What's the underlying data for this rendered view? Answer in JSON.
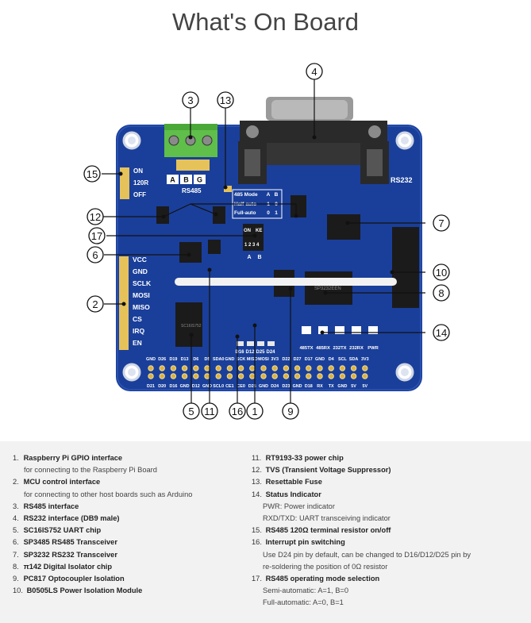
{
  "title": "What's On Board",
  "board": {
    "colors": {
      "pcb": "#1a3f9a",
      "pcb_dark": "#123078",
      "terminal": "#5fbf4a",
      "db9": "#2a2a2a",
      "chip": "#1b1b1b",
      "gold": "#e6c25a",
      "silk": "#ffffff"
    },
    "silk_top_right": "RS232",
    "terminal_labels": [
      "A",
      "B",
      "G"
    ],
    "terminal_caption": "RS485",
    "switch_labels": [
      "ON",
      "120R",
      "OFF"
    ],
    "header_pin_labels": [
      "VCC",
      "GND",
      "SCLK",
      "MOSI",
      "MISO",
      "CS",
      "IRQ",
      "EN"
    ],
    "mode_table": {
      "title": "485 Mode",
      "cols": [
        "A",
        "B"
      ],
      "rows": [
        {
          "label": "Half-auto",
          "a": "1",
          "b": "0"
        },
        {
          "label": "Full-auto",
          "a": "0",
          "b": "1"
        }
      ]
    },
    "dip_labels": {
      "on": "ON",
      "ke": "KE",
      "nums": "1 2 3 4",
      "ab": [
        "A",
        "B"
      ]
    },
    "led_labels": [
      "485TX",
      "485RX",
      "232TX",
      "232RX",
      "PWR"
    ],
    "irq_labels": [
      "D16",
      "D12",
      "D25",
      "D24"
    ],
    "gpio_top": [
      "GND",
      "D26",
      "D19",
      "D13",
      "D6",
      "D5",
      "SDA0",
      "GND",
      "SCK",
      "MISO",
      "MOSI",
      "3V3",
      "D22",
      "D27",
      "D17",
      "GND",
      "D4",
      "SCL",
      "SDA",
      "3V3"
    ],
    "gpio_bottom": [
      "D21",
      "D20",
      "D16",
      "GND",
      "D12",
      "GND",
      "SCL0",
      "CE1",
      "CE0",
      "D25",
      "GND",
      "D24",
      "D23",
      "GND",
      "D18",
      "RX",
      "TX",
      "GND",
      "5V",
      "5V"
    ],
    "chip_labels": {
      "uart": "SC16IS752",
      "transceiver": "SP3232EEN"
    }
  },
  "callouts": [
    "1",
    "2",
    "3",
    "4",
    "5",
    "6",
    "7",
    "8",
    "9",
    "10",
    "11",
    "12",
    "13",
    "14",
    "15",
    "16",
    "17"
  ],
  "legend": {
    "left": [
      {
        "num": "1.",
        "title": "Raspberry Pi GPIO interface",
        "sub": [
          "for connecting to the Raspberry Pi Board"
        ]
      },
      {
        "num": "2.",
        "title": "MCU control interface",
        "sub": [
          "for connecting to other host boards such as Arduino"
        ]
      },
      {
        "num": "3.",
        "title": "RS485 interface",
        "sub": []
      },
      {
        "num": "4.",
        "title": "RS232 interface (DB9 male)",
        "sub": []
      },
      {
        "num": "5.",
        "title": "SC16IS752 UART chip",
        "sub": []
      },
      {
        "num": "6.",
        "title": "SP3485 RS485 Transceiver",
        "sub": []
      },
      {
        "num": "7.",
        "title": "SP3232 RS232 Transceiver",
        "sub": []
      },
      {
        "num": "8.",
        "title": "π142 Digital Isolator chip",
        "sub": []
      },
      {
        "num": "9.",
        "title": "PC817 Optocoupler Isolation",
        "sub": []
      },
      {
        "num": "10.",
        "title": "B0505LS Power Isolation Module",
        "sub": []
      }
    ],
    "right": [
      {
        "num": "11.",
        "title": "RT9193-33 power chip",
        "sub": []
      },
      {
        "num": "12.",
        "title": "TVS (Transient Voltage Suppressor)",
        "sub": []
      },
      {
        "num": "13.",
        "title": "Resettable Fuse",
        "sub": []
      },
      {
        "num": "14.",
        "title": "Status Indicator",
        "sub": [
          "PWR: Power indicator",
          "RXD/TXD: UART transceiving indicator"
        ]
      },
      {
        "num": "15.",
        "title": "RS485 120Ω terminal resistor on/off",
        "sub": []
      },
      {
        "num": "16.",
        "title": "Interrupt pin switching",
        "sub": [
          "Use D24 pin by default, can be changed to D16/D12/D25 pin by",
          "re-soldering the position of 0Ω resistor"
        ]
      },
      {
        "num": "17.",
        "title": "RS485 operating mode selection",
        "sub": [
          "Semi-automatic: A=1, B=0",
          "Full-automatic: A=0, B=1"
        ]
      }
    ]
  }
}
